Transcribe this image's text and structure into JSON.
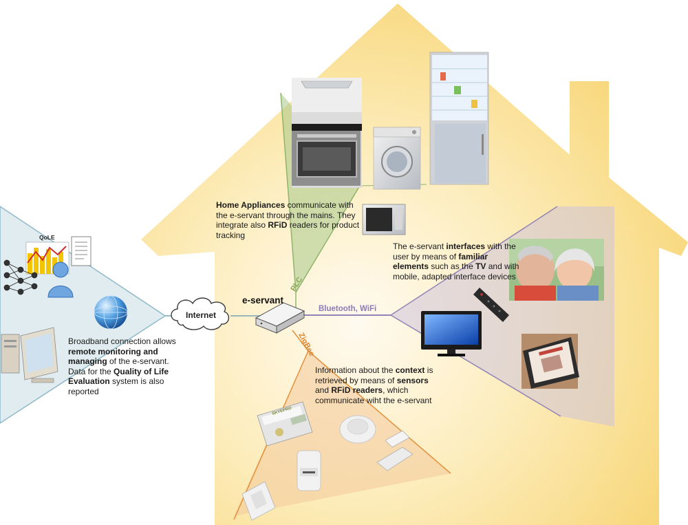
{
  "labels": {
    "internet": "Internet",
    "eservant": "e-servant",
    "plc": "PLC",
    "bluetooth": "Bluetooth, WiFi",
    "zigbee": "ZigBee",
    "qole": "QoLE",
    "rfid_logo": "SKYEPRO"
  },
  "texts": {
    "appliances": [
      {
        "t": "Home Appliances",
        "b": true
      },
      {
        "t": " communicate with the e-servant through the mains. They integrate also ",
        "b": false
      },
      {
        "t": "RFiD",
        "b": true
      },
      {
        "t": " readers for product tracking",
        "b": false
      }
    ],
    "interfaces": [
      {
        "t": "The e-servant ",
        "b": false
      },
      {
        "t": "interfaces",
        "b": true
      },
      {
        "t": " with the user by means of ",
        "b": false
      },
      {
        "t": "familiar elements",
        "b": true
      },
      {
        "t": " such as the ",
        "b": false
      },
      {
        "t": "TV",
        "b": true
      },
      {
        "t": " and with mobile, adapted interface devices",
        "b": false
      }
    ],
    "broadband": [
      {
        "t": "Broadband connection allows ",
        "b": false
      },
      {
        "t": "remote monitoring and managing",
        "b": true
      },
      {
        "t": " of the e-servant. Data for the ",
        "b": false
      },
      {
        "t": "Quality of Life Evaluation",
        "b": true
      },
      {
        "t": " system is also reported",
        "b": false
      }
    ],
    "context": [
      {
        "t": "Information about the ",
        "b": false
      },
      {
        "t": "context",
        "b": true
      },
      {
        "t": " is retrieved by means of ",
        "b": false
      },
      {
        "t": "sensors",
        "b": true
      },
      {
        "t": " and ",
        "b": false
      },
      {
        "t": "RFiD readers",
        "b": true
      },
      {
        "t": ", which communicate wiht the e-servant",
        "b": false
      }
    ]
  },
  "colors": {
    "house": "#f9dc86",
    "house_glow": "#fff7df",
    "plc": "#8fb46a",
    "bluetooth": "#9183b6",
    "zigbee": "#e3903a",
    "internet_wedge": "#8fb9c8",
    "bluetooth_label": "#8a7ab8",
    "plc_label": "#88aa55",
    "zigbee_label": "#d9822b"
  }
}
